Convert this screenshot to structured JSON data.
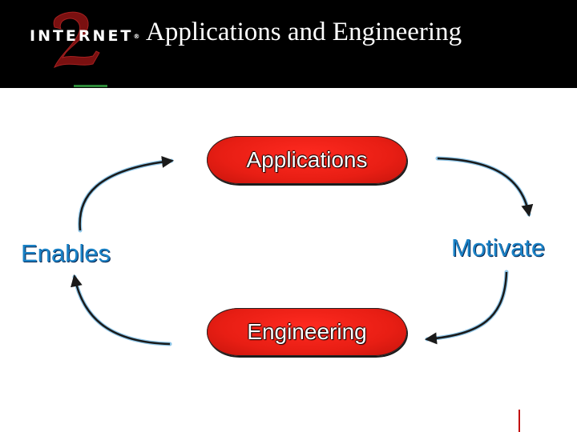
{
  "header": {
    "logo": {
      "numeral": "2",
      "word": "INTERNET",
      "registered": "®"
    },
    "title": "Applications and Engineering"
  },
  "diagram": {
    "top_node": "Applications",
    "bottom_node": "Engineering",
    "left_label": "Enables",
    "right_label": "Motivate"
  },
  "colors": {
    "header_background": "#000000",
    "node_fill": "#e81e14",
    "label_blue": "#1b82c6",
    "arrow_stroke": "#1a1a1a",
    "arrow_glow": "#8fc6e8"
  }
}
